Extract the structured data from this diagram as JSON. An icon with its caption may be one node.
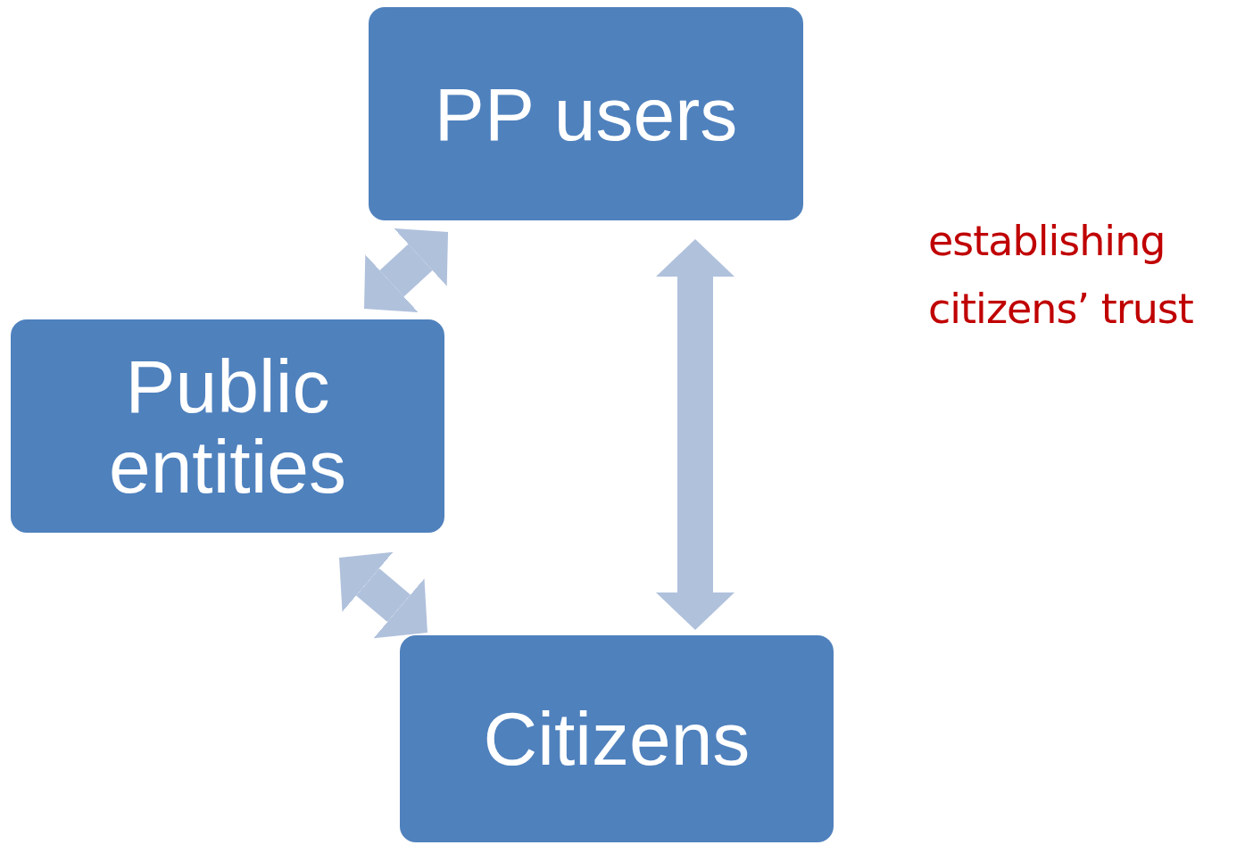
{
  "diagram": {
    "nodes": [
      {
        "text": [
          "PP users"
        ]
      },
      {
        "text": [
          "Public entities"
        ]
      },
      {
        "text": [
          "Citizens"
        ]
      }
    ],
    "edges": [
      {
        "from": 0,
        "to": 1,
        "arrow": "both"
      },
      {
        "from": 1,
        "to": 2,
        "arrow": "both"
      },
      {
        "from": 0,
        "to": 2,
        "arrow": "both"
      }
    ],
    "labels": [
      "establishing citizens’ trust"
    ]
  }
}
